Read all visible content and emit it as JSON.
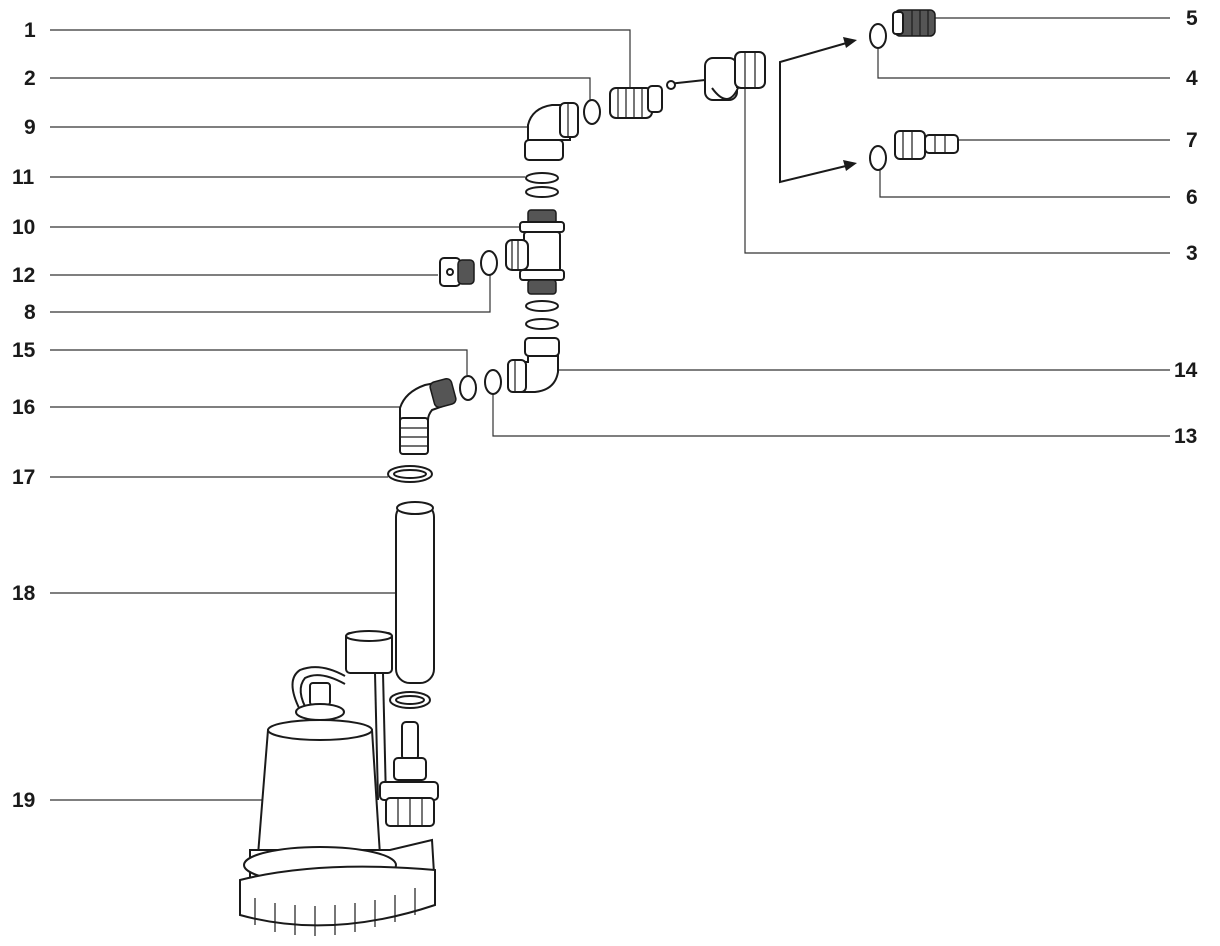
{
  "diagram": {
    "callouts": {
      "c1": "1",
      "c2": "2",
      "c3": "3",
      "c4": "4",
      "c5": "5",
      "c6": "6",
      "c7": "7",
      "c8": "8",
      "c9": "9",
      "c10": "10",
      "c11": "11",
      "c12": "12",
      "c13": "13",
      "c14": "14",
      "c15": "15",
      "c16": "16",
      "c17": "17",
      "c18": "18",
      "c19": "19"
    },
    "colors": {
      "line": "#1a1a1a",
      "background": "#ffffff"
    }
  }
}
